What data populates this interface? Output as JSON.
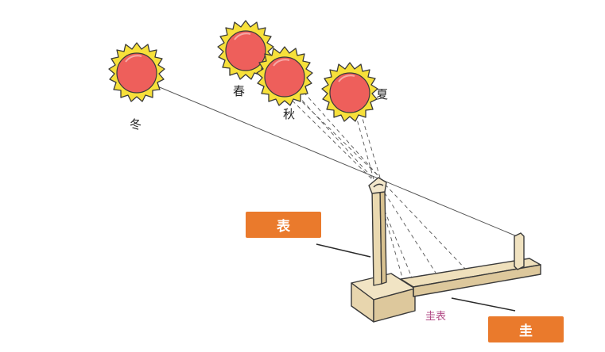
{
  "labels": {
    "gnomon_tag": "表",
    "scale_tag": "圭",
    "device_name": "圭表"
  },
  "seasons": {
    "winter": "冬",
    "spring": "春",
    "autumn": "秋",
    "summer": "夏"
  },
  "colors": {
    "tag_bg": "#ea7a2c",
    "sun_core": "#ee5f5b",
    "sun_ring": "#f7e03a",
    "wood": "#ecdcb6",
    "device_label": "#b24a86"
  },
  "icons": [
    "sun-winter-icon",
    "sun-spring-icon",
    "sun-autumn-icon",
    "sun-summer-icon"
  ]
}
